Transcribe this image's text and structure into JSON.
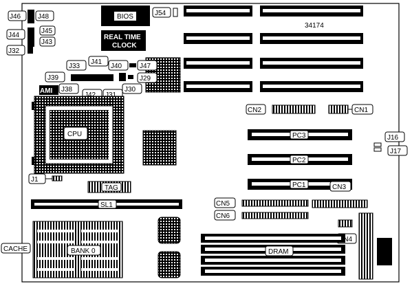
{
  "board": {
    "part_number": "34174",
    "chips": {
      "bios": "BIOS",
      "rtc_line1": "REAL TIME",
      "rtc_line2": "CLOCK",
      "cpu": "CPU",
      "tag": "TAG",
      "ami": "AMI",
      "dram": "DRAM",
      "bank0": "BANK 0",
      "cache": "CACHE"
    },
    "jumpers": [
      "J46",
      "J48",
      "J44",
      "J45",
      "J43",
      "J32",
      "J54",
      "J33",
      "J41",
      "J40",
      "J47",
      "J39",
      "J29",
      "J38",
      "J42",
      "J31",
      "J30",
      "J1",
      "J16",
      "J17"
    ],
    "connectors": {
      "cn1": "CN1",
      "cn2": "CN2",
      "cn3": "CN3",
      "cn4": "CN4",
      "cn5": "CN5",
      "cn6": "CN6",
      "pc1": "PC1",
      "pc2": "PC2",
      "pc3": "PC3",
      "sl1": "SL1"
    }
  }
}
